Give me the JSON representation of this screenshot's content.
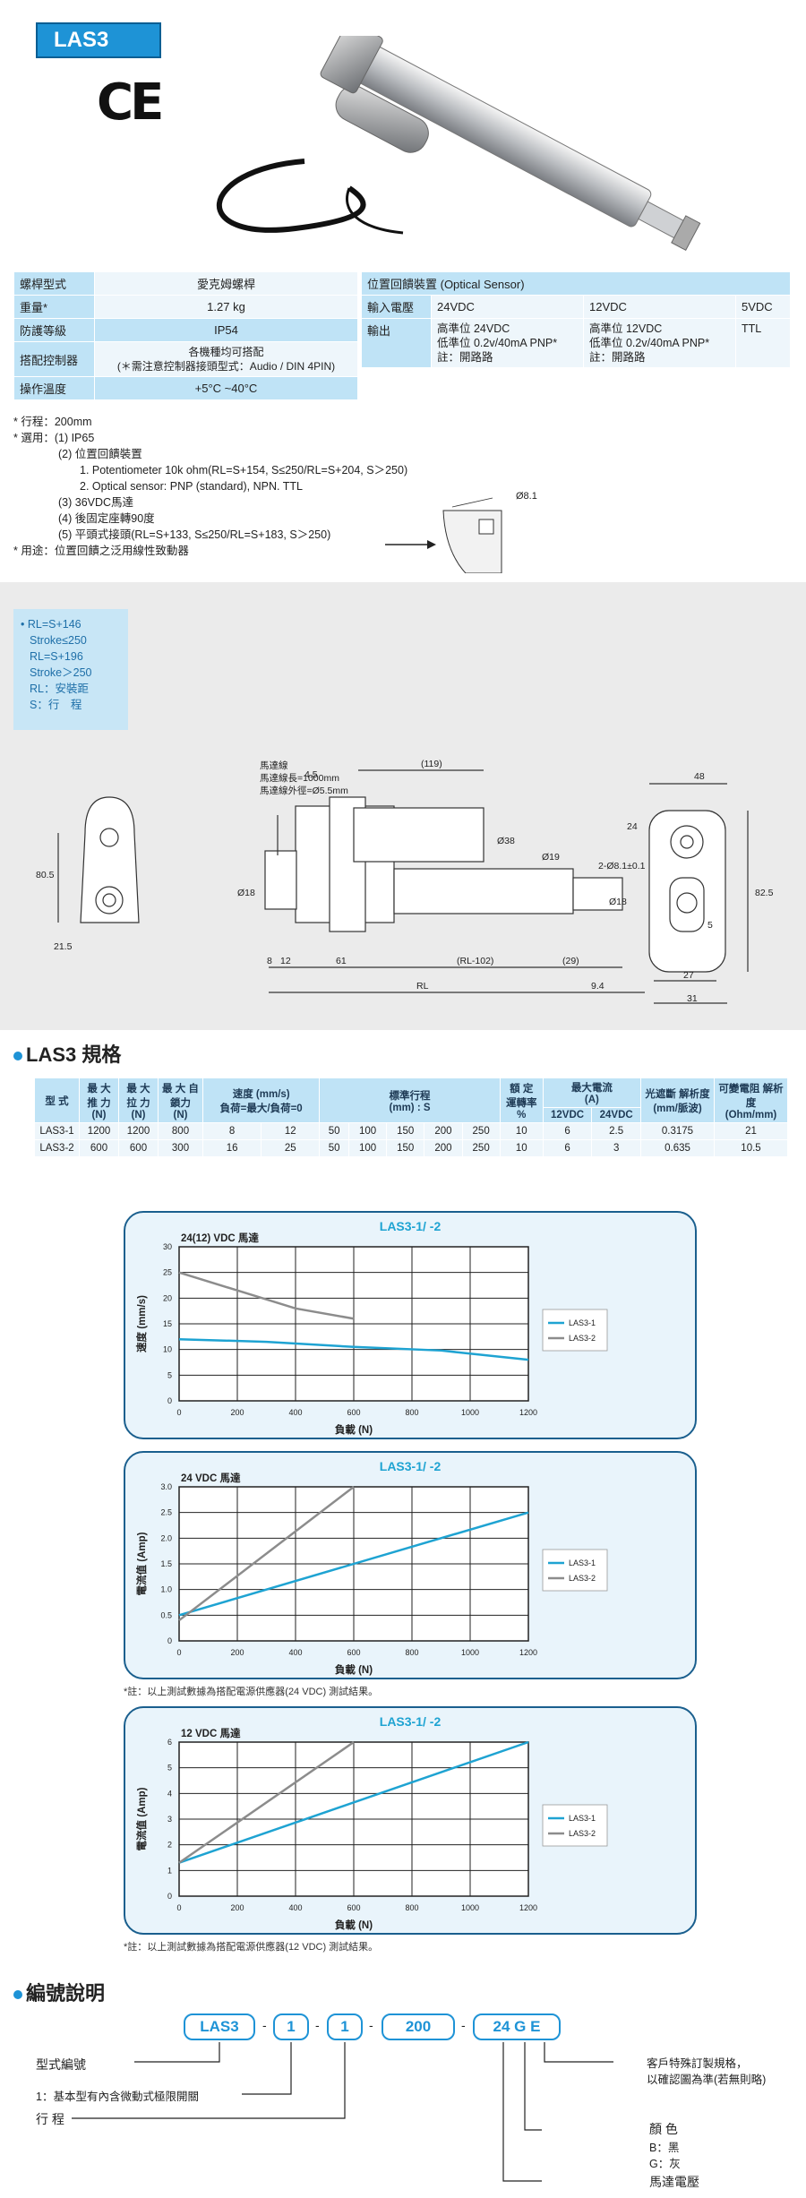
{
  "title": "LAS3",
  "ce_mark": "CE",
  "spec": {
    "rows": [
      {
        "label": "螺桿型式",
        "value": "愛克姆螺桿"
      },
      {
        "label": "重量*",
        "value": "1.27 kg"
      },
      {
        "label": "防護等級",
        "value": "IP54"
      },
      {
        "label": "搭配控制器",
        "value": "各機種均可搭配",
        "value2": "(＊需注意控制器接頭型式：Audio / DIN 4PIN)"
      },
      {
        "label": "操作溫度",
        "value": "+5°C ~40°C"
      }
    ]
  },
  "sensor": {
    "title": "位置回饋裝置 (Optical Sensor)",
    "input_label": "輸入電壓",
    "output_label": "輸出",
    "cols": [
      {
        "voltage": "24VDC",
        "out1": "高準位 24VDC",
        "out2": "低準位 0.2v/40mA PNP*",
        "out3": "註：開路路"
      },
      {
        "voltage": "12VDC",
        "out1": "高準位 12VDC",
        "out2": "低準位 0.2v/40mA PNP*",
        "out3": "註：開路路"
      },
      {
        "voltage": "5VDC",
        "out1": "TTL",
        "out2": "",
        "out3": ""
      }
    ]
  },
  "notes": {
    "n1": "* 行程：200mm",
    "n2": "* 選用：(1) IP65",
    "n3": "(2) 位置回饋裝置",
    "n4": "1. Potentiometer 10k ohm(RL=S+154, S≤250/RL=S+204, S＞250)",
    "n5": "2. Optical sensor: PNP (standard), NPN. TTL",
    "n6": "(3) 36VDC馬達",
    "n7": "(4) 後固定座轉90度",
    "n8": "(5) 平頭式接頭(RL=S+133, S≤250/RL=S+183, S＞250)",
    "n9": "* 用途：位置回饋之泛用線性致動器",
    "hole_label": "Ø8.1"
  },
  "legend": {
    "l1": "• RL=S+146",
    "l2": "Stroke≤250",
    "l3": "RL=S+196",
    "l4": "Stroke＞250",
    "l5": "RL：安裝距",
    "l6": "S：行　程"
  },
  "drawing": {
    "motor_wire": "馬達線",
    "wire_length": "馬達線長=1000mm",
    "wire_od": "馬達線外徑=Ø5.5mm",
    "d_45": "4.5",
    "d_119": "(119)",
    "d_38": "Ø38",
    "d_19": "Ø19",
    "d_18": "Ø18",
    "d_805": "80.5",
    "d_215": "21.5",
    "d_8": "8",
    "d_12": "12",
    "d_61": "61",
    "d_rl102": "(RL-102)",
    "d_29": "(29)",
    "d_rl": "RL",
    "d_94": "9.4",
    "d_48": "48",
    "d_24": "24",
    "d_825": "82.5",
    "d_hole": "2-Ø8.1±0.1",
    "d_18b": "Ø18",
    "d_5": "5",
    "d_27": "27",
    "d_31": "31"
  },
  "spec_section_title": "LAS3 規格",
  "spec_table": {
    "headers": {
      "model": "型 式",
      "push": "最 大 推 力 (N)",
      "pull": "最 大 拉 力 (N)",
      "lock": "最 大 自鎖力 (N)",
      "speed": "速度 (mm/s)",
      "speed_sub": "負荷=最大/負荷=0",
      "stroke": "標準行程",
      "stroke_sub": "(mm) : S",
      "duty": "額 定 運轉率",
      "duty_sub": "%",
      "current": "最大電流",
      "current_sub": "(A)",
      "v12": "12VDC",
      "v24": "24VDC",
      "res": "光遮斷 解析度",
      "res_sub": "(mm/脈波)",
      "pot": "可變電阻 解析度",
      "pot_sub": "(Ohm/mm)"
    },
    "rows": [
      {
        "model": "LAS3-1",
        "push": "1200",
        "pull": "1200",
        "lock": "800",
        "s1": "8",
        "s2": "12",
        "st1": "50",
        "st2": "100",
        "st3": "150",
        "st4": "200",
        "st5": "250",
        "duty": "10",
        "c12": "6",
        "c24": "2.5",
        "res": "0.3175",
        "pot": "21"
      },
      {
        "model": "LAS3-2",
        "push": "600",
        "pull": "600",
        "lock": "300",
        "s1": "16",
        "s2": "25",
        "st1": "50",
        "st2": "100",
        "st3": "150",
        "st4": "200",
        "st5": "250",
        "duty": "10",
        "c12": "6",
        "c24": "3",
        "res": "0.635",
        "pot": "10.5"
      }
    ]
  },
  "chart_data": [
    {
      "type": "line",
      "title": "LAS3-1/ -2",
      "subtitle": "24(12) VDC 馬達",
      "xlabel": "負載 (N)",
      "ylabel": "速度 (mm/s)",
      "xlim": [
        0,
        1200
      ],
      "ylim": [
        0,
        30
      ],
      "xticks": [
        0,
        200,
        400,
        600,
        800,
        1000,
        1200
      ],
      "yticks": [
        0,
        5,
        10,
        15,
        20,
        25,
        30
      ],
      "series": [
        {
          "name": "LAS3-1",
          "color": "#1ea3d2",
          "points": [
            [
              0,
              12
            ],
            [
              300,
              11.5
            ],
            [
              600,
              10.5
            ],
            [
              900,
              9.8
            ],
            [
              1200,
              8
            ]
          ]
        },
        {
          "name": "LAS3-2",
          "color": "#8c8c8c",
          "points": [
            [
              0,
              25
            ],
            [
              200,
              21.5
            ],
            [
              400,
              18
            ],
            [
              600,
              16
            ]
          ]
        }
      ]
    },
    {
      "type": "line",
      "title": "LAS3-1/ -2",
      "subtitle": "24 VDC 馬達",
      "xlabel": "負載 (N)",
      "ylabel": "電流值 (Amp)",
      "xlim": [
        0,
        1200
      ],
      "ylim": [
        0,
        3
      ],
      "xticks": [
        0,
        200,
        400,
        600,
        800,
        1000,
        1200
      ],
      "yticks": [
        0,
        0.5,
        1.0,
        1.5,
        2.0,
        2.5,
        3.0
      ],
      "ytick_labels": [
        "0",
        "0.5",
        "1.0",
        "1.5",
        "2.0",
        "2.5",
        "3.0"
      ],
      "series": [
        {
          "name": "LAS3-1",
          "color": "#1ea3d2",
          "points": [
            [
              0,
              0.5
            ],
            [
              1200,
              2.5
            ]
          ]
        },
        {
          "name": "LAS3-2",
          "color": "#8c8c8c",
          "points": [
            [
              0,
              0.4
            ],
            [
              600,
              3.0
            ]
          ]
        }
      ],
      "note": "*註：以上測試數據為搭配電源供應器(24 VDC) 測試結果。"
    },
    {
      "type": "line",
      "title": "LAS3-1/ -2",
      "subtitle": "12 VDC 馬達",
      "xlabel": "負載 (N)",
      "ylabel": "電流值 (Amp)",
      "xlim": [
        0,
        1200
      ],
      "ylim": [
        0,
        6
      ],
      "xticks": [
        0,
        200,
        400,
        600,
        800,
        1000,
        1200
      ],
      "yticks": [
        0,
        1,
        2,
        3,
        4,
        5,
        6
      ],
      "series": [
        {
          "name": "LAS3-1",
          "color": "#1ea3d2",
          "points": [
            [
              0,
              1.3
            ],
            [
              1200,
              6
            ]
          ]
        },
        {
          "name": "LAS3-2",
          "color": "#8c8c8c",
          "points": [
            [
              0,
              1.3
            ],
            [
              600,
              6
            ]
          ]
        }
      ],
      "note": "*註：以上測試數據為搭配電源供應器(12 VDC) 測試結果。"
    }
  ],
  "order": {
    "title": "編號說明",
    "b1": "LAS3",
    "b2": "1",
    "b3": "1",
    "b4": "200",
    "b5": "24 G E",
    "dash": "-",
    "model_code": "型式編號",
    "basic": "1：基本型有內含微動式極限開關",
    "stroke": "行 程",
    "custom1": "客戶特殊訂製規格，",
    "custom2": "以確認圖為準(若無則略)",
    "color": "顏 色",
    "color_b": "B：黑",
    "color_g": "G：灰",
    "motor_v": "馬達電壓"
  }
}
